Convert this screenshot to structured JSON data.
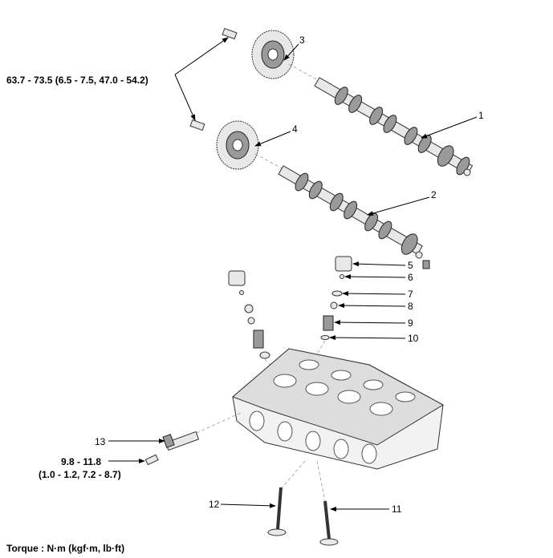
{
  "title": "Cylinder head and camshaft assembly",
  "torque_specs": {
    "sprocket_bolts": "63.7 - 73.5 (6.5 - 7.5, 47.0 - 54.2)",
    "ocv_bolt_line1": "9.8 - 11.8",
    "ocv_bolt_line2": "(1.0 - 1.2, 7.2 - 8.7)"
  },
  "callouts": {
    "c1": "1",
    "c2": "2",
    "c3": "3",
    "c4": "4",
    "c5": "5",
    "c6": "6",
    "c7": "7",
    "c8": "8",
    "c9": "9",
    "c10": "10",
    "c11": "11",
    "c12": "12",
    "c13": "13"
  },
  "footer": "Torque : N·m (kgf·m, lb·ft)"
}
